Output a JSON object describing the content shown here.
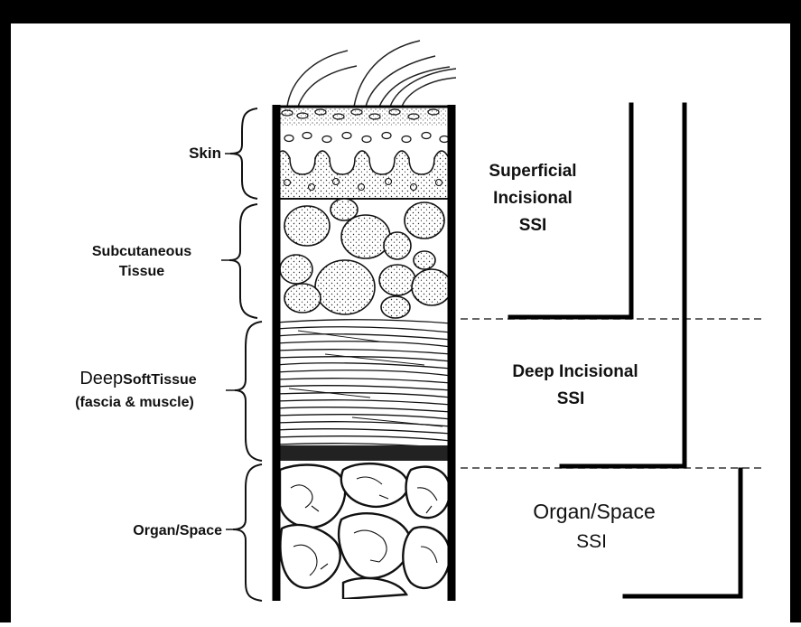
{
  "layers": {
    "skin": "Skin",
    "subcutaneous_line1": "Subcutaneous",
    "subcutaneous_line2": "Tissue",
    "deep_word": "Deep",
    "deep_softtissue": "SoftTissue",
    "deep_line2": "(fascia & muscle)",
    "organ_space": "Organ/Space"
  },
  "ssi_categories": {
    "superficial_line1": "Superficial",
    "superficial_line2": "Incisional",
    "superficial_line3": "SSI",
    "deep_line1": "Deep Incisional",
    "deep_line2": "SSI",
    "organ_line1": "Organ/Space",
    "organ_line2": "SSI"
  }
}
